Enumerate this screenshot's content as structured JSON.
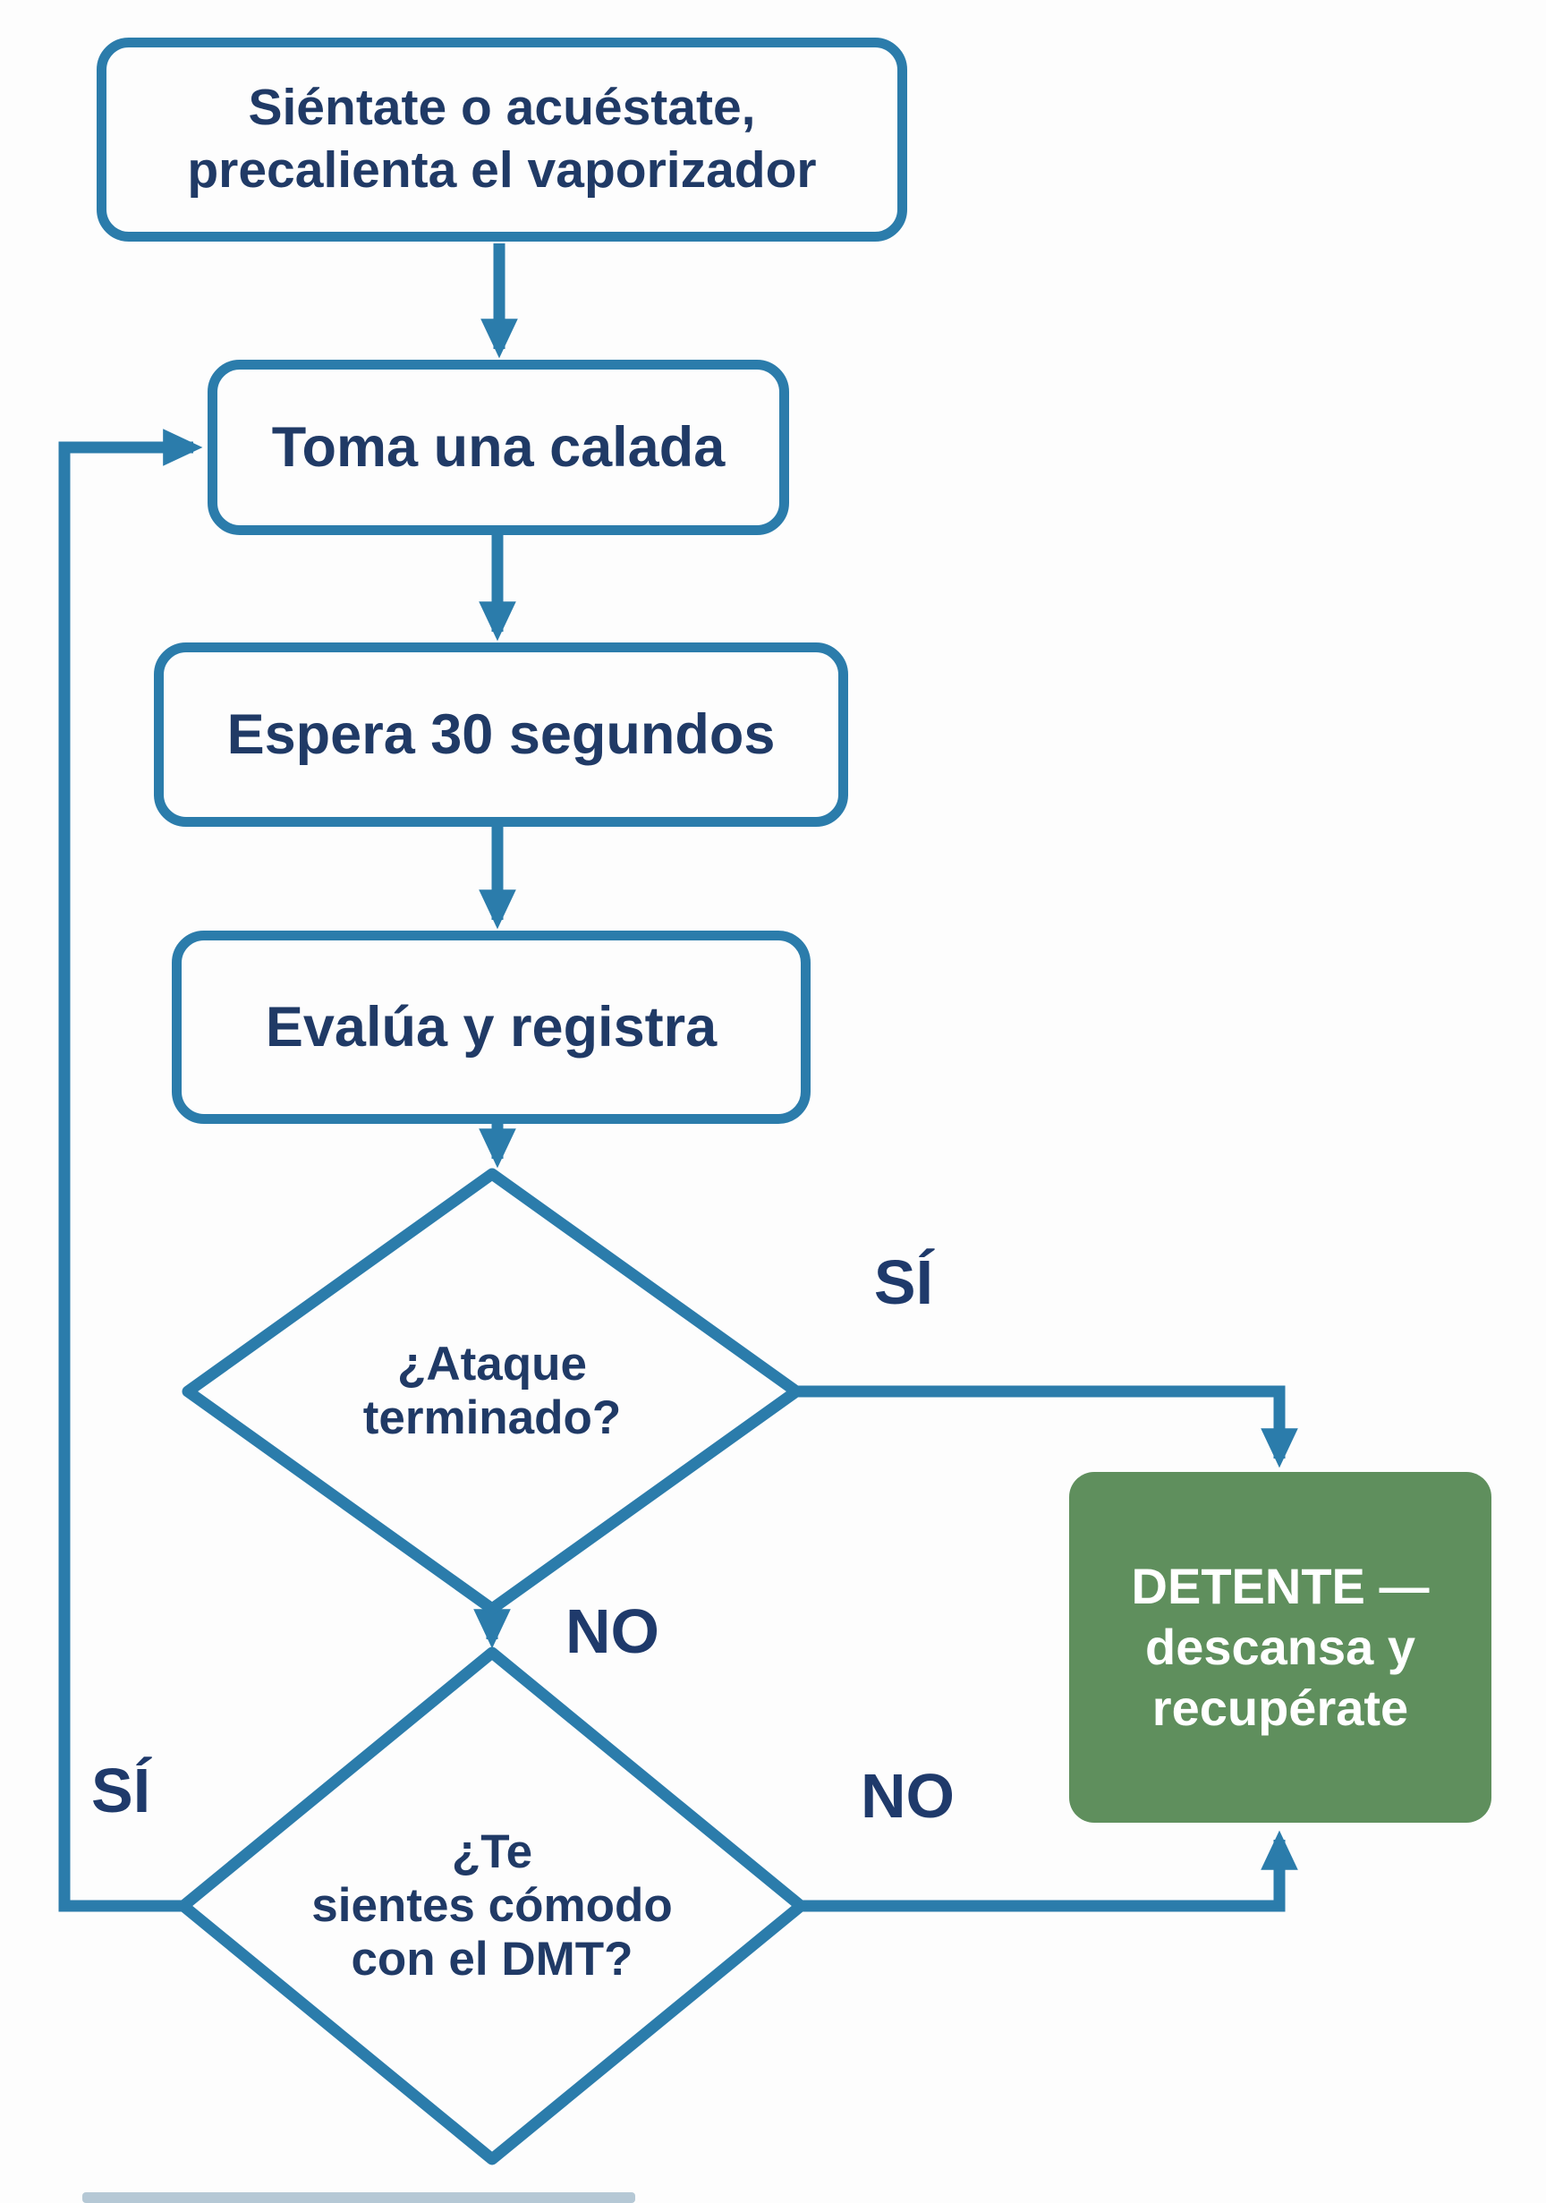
{
  "colors": {
    "line": "#2b7cab",
    "text": "#203a66",
    "stop_bg": "#5f8f5d",
    "stop_text": "#ffffff",
    "background": "#fdfdfd"
  },
  "nodes": {
    "start": {
      "text": "Siéntate o acuéstate,\nprecalienta el vaporizador"
    },
    "puff": {
      "text": "Toma una calada"
    },
    "wait": {
      "text": "Espera 30 segundos"
    },
    "assess": {
      "text": "Evalúa y registra"
    },
    "decision_attack_over": {
      "text": "¿Ataque\nterminado?"
    },
    "decision_comfortable": {
      "text": "¿Te\nsientes cómodo\ncon el DMT?"
    },
    "stop": {
      "text": "DETENTE —\ndescansa y\nrecupérate"
    }
  },
  "edges": [
    {
      "from": "start",
      "to": "puff",
      "label": ""
    },
    {
      "from": "puff",
      "to": "wait",
      "label": ""
    },
    {
      "from": "wait",
      "to": "assess",
      "label": ""
    },
    {
      "from": "assess",
      "to": "decision_attack_over",
      "label": ""
    },
    {
      "from": "decision_attack_over",
      "to": "stop",
      "label": "SÍ"
    },
    {
      "from": "decision_attack_over",
      "to": "decision_comfortable",
      "label": "NO"
    },
    {
      "from": "decision_comfortable",
      "to": "puff",
      "label": "SÍ"
    },
    {
      "from": "decision_comfortable",
      "to": "stop",
      "label": "NO"
    }
  ]
}
